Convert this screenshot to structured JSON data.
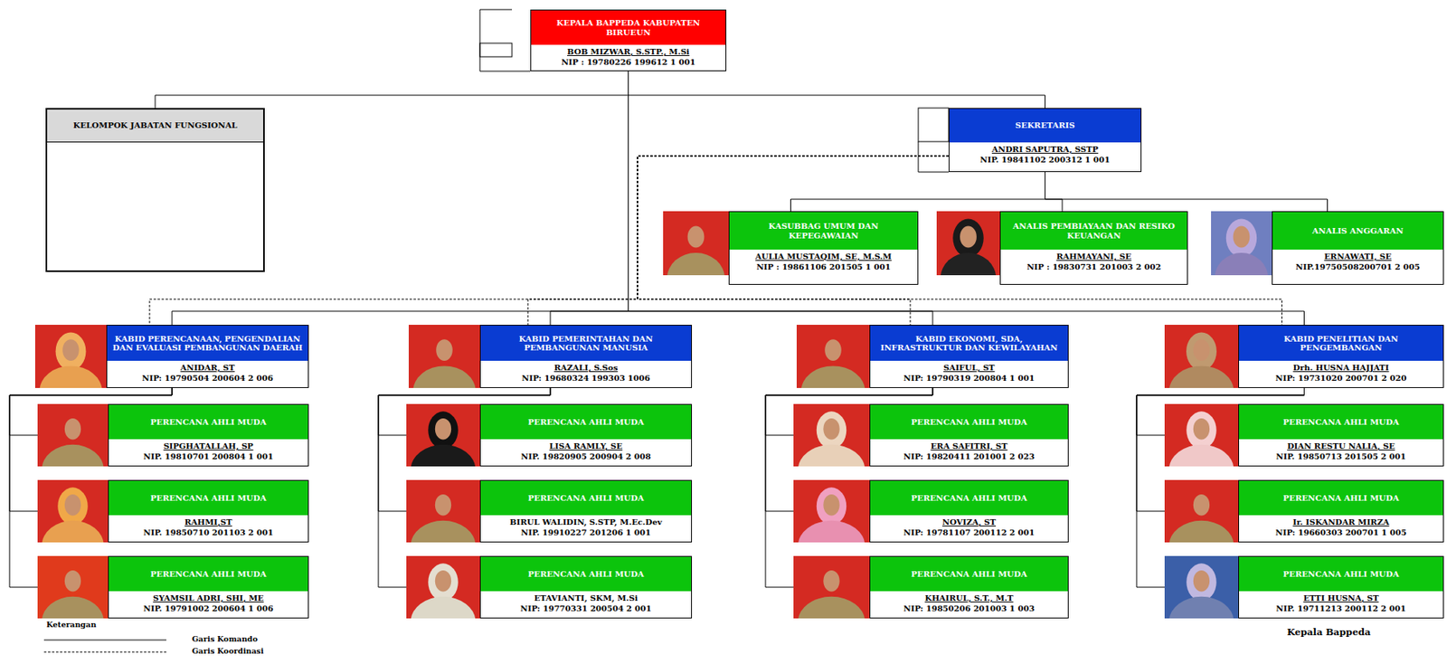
{
  "diagram": {
    "nodes": [
      {
        "text": [
          "KEPALA BAPPEDA KABUPATEN BIRUEUN",
          "BOB MIZWAR, S.STP., M.Si",
          "NIP : 19780226 199612 1 001"
        ]
      },
      {
        "text": [
          "KELOMPOK JABATAN FUNGSIONAL"
        ]
      },
      {
        "text": [
          "SEKRETARIS",
          "ANDRI SAPUTRA, SSTP",
          "NIP. 19841102 200312 1 001"
        ]
      },
      {
        "text": [
          "KASUBBAG UMUM DAN KEPEGAWAIAN",
          "AULIA MUSTAQIM, SE, M.S.M",
          "NIP : 19861106 201505 1 001"
        ]
      },
      {
        "text": [
          "ANALIS PEMBIAYAAN DAN RESIKO KEUANGAN",
          "RAHMAYANI, SE",
          "NIP : 19830731 201003 2 002"
        ]
      },
      {
        "text": [
          "ANALIS ANGGARAN",
          "ERNAWATI, SE",
          "NIP.19750508200701 2 005"
        ]
      },
      {
        "text": [
          "KABID PERENCANAAN, PENGENDALIAN DAN EVALUASI PEMBANGUNAN DAERAH",
          "ANIDAR, ST",
          "NIP: 19790504 200604 2 006"
        ]
      },
      {
        "text": [
          "PERENCANA AHLI MUDA",
          "SIPGHATALLAH, SP",
          "NIP. 19810701 200804 1 001"
        ]
      },
      {
        "text": [
          "PERENCANA AHLI MUDA",
          "RAHMI,ST",
          "NIP. 19850710 201103 2 001"
        ]
      },
      {
        "text": [
          "PERENCANA AHLI MUDA",
          "SYAMSIL ADRI, SHI, ME",
          "NIP. 19791002 200604 1 006"
        ]
      },
      {
        "text": [
          "KABID PEMERINTAHAN DAN PEMBANGUNAN MANUSIA",
          "RAZALI, S.Sos",
          "NIP: 19680324 199303 1006"
        ]
      },
      {
        "text": [
          "PERENCANA AHLI MUDA",
          "LISA RAMLY, SE",
          "NIP. 19820905 200904 2 008"
        ]
      },
      {
        "text": [
          "PERENCANA AHLI MUDA",
          "BIRUL WALIDIN, S.STP, M.Ec.Dev",
          "NIP. 19910227 201206 1 001"
        ]
      },
      {
        "text": [
          "PERENCANA AHLI MUDA",
          "ETAVIANTI, SKM, M.Si",
          "NIP: 19770331 200504 2 001"
        ]
      },
      {
        "text": [
          "KABID EKONOMI, SDA, INFRASTRUKTUR DAN KEWILAYAHAN",
          "SAIFUL, ST",
          "NIP: 19790319 200804 1 001"
        ]
      },
      {
        "text": [
          "PERENCANA AHLI MUDA",
          "ERA SAFITRI, ST",
          "NIP: 19820411 201001 2 023"
        ]
      },
      {
        "text": [
          "PERENCANA AHLI MUDA",
          "NOVIZA, ST",
          "NIP: 19781107 200112 2 001"
        ]
      },
      {
        "text": [
          "PERENCANA AHLI MUDA",
          "KHAIRUL, S.T., M.T",
          "NIP: 19850206 201003 1 003"
        ]
      },
      {
        "text": [
          "KABID PENELITIAN DAN PENGEMBANGAN",
          "Drh. HUSNA HAJJATI",
          "NIP: 19731020 200701 2 020"
        ]
      },
      {
        "text": [
          "PERENCANA AHLI MUDA",
          "DIAN RESTU NALIA, SE",
          "NIP. 19850713 201505 2 001"
        ]
      },
      {
        "text": [
          "PERENCANA AHLI MUDA",
          "Ir. ISKANDAR MIRZA",
          "NIP: 19660303 200701 1 005"
        ]
      },
      {
        "text": [
          "PERENCANA AHLI MUDA",
          "ETTI HUSNA, ST",
          "NIP. 19711213 200112 2 001"
        ]
      }
    ],
    "edges": [
      {
        "from": 0,
        "to": 1,
        "arrow": "none"
      },
      {
        "from": 0,
        "to": 2,
        "arrow": "none"
      },
      {
        "from": 2,
        "to": 3,
        "arrow": "none"
      },
      {
        "from": 2,
        "to": 4,
        "arrow": "none"
      },
      {
        "from": 2,
        "to": 5,
        "arrow": "none"
      },
      {
        "from": 0,
        "to": 6,
        "arrow": "none"
      },
      {
        "from": 0,
        "to": 10,
        "arrow": "none"
      },
      {
        "from": 0,
        "to": 14,
        "arrow": "none"
      },
      {
        "from": 0,
        "to": 18,
        "arrow": "none"
      },
      {
        "from": 2,
        "to": 6,
        "arrow": "none"
      },
      {
        "from": 2,
        "to": 10,
        "arrow": "none"
      },
      {
        "from": 2,
        "to": 14,
        "arrow": "none"
      },
      {
        "from": 2,
        "to": 18,
        "arrow": "none"
      },
      {
        "from": 6,
        "to": 7,
        "arrow": "none"
      },
      {
        "from": 6,
        "to": 8,
        "arrow": "none"
      },
      {
        "from": 6,
        "to": 9,
        "arrow": "none"
      },
      {
        "from": 10,
        "to": 11,
        "arrow": "none"
      },
      {
        "from": 10,
        "to": 12,
        "arrow": "none"
      },
      {
        "from": 10,
        "to": 13,
        "arrow": "none"
      },
      {
        "from": 14,
        "to": 15,
        "arrow": "none"
      },
      {
        "from": 14,
        "to": 16,
        "arrow": "none"
      },
      {
        "from": 14,
        "to": 17,
        "arrow": "none"
      },
      {
        "from": 18,
        "to": 19,
        "arrow": "none"
      },
      {
        "from": 18,
        "to": 20,
        "arrow": "none"
      },
      {
        "from": 18,
        "to": 21,
        "arrow": "none"
      }
    ],
    "labels": [
      "Keterangan",
      "Kepala Bappeda"
    ],
    "legend": [
      {
        "text": "Garis Komando"
      },
      {
        "text": "Garis Koordinasi"
      }
    ]
  }
}
